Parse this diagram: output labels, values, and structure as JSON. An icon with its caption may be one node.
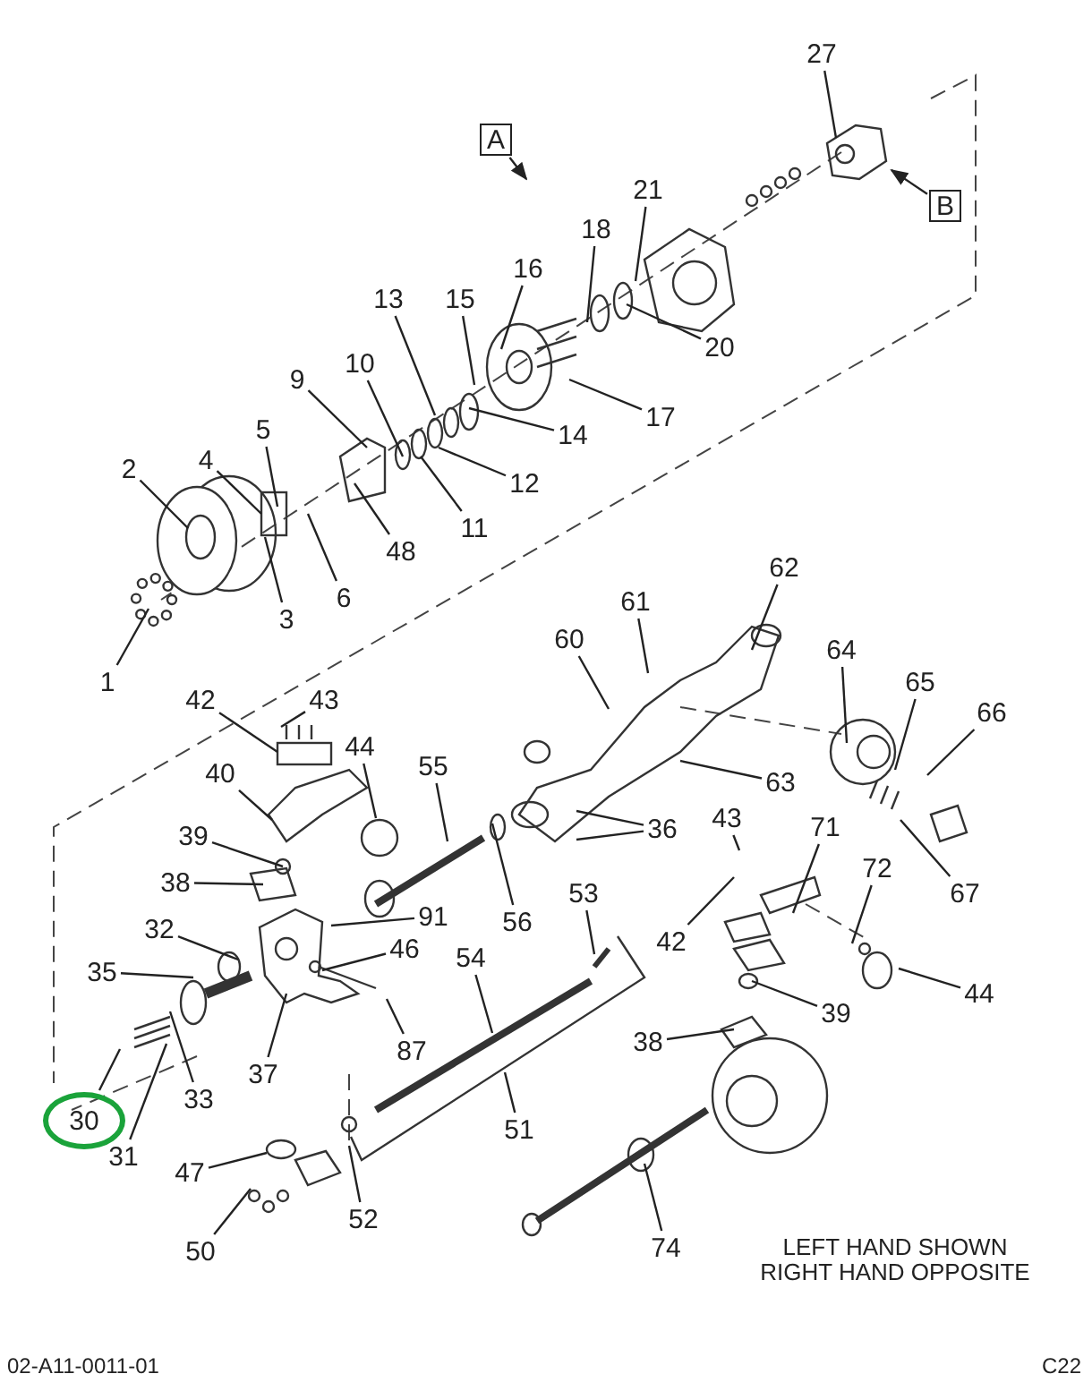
{
  "diagram": {
    "nodes": [
      {
        "text": [
          "27"
        ]
      },
      {
        "text": [
          "A"
        ]
      },
      {
        "text": [
          "B"
        ]
      },
      {
        "text": [
          "21"
        ]
      },
      {
        "text": [
          "18"
        ]
      },
      {
        "text": [
          "16"
        ]
      },
      {
        "text": [
          "20"
        ]
      },
      {
        "text": [
          "13"
        ]
      },
      {
        "text": [
          "15"
        ]
      },
      {
        "text": [
          "17"
        ]
      },
      {
        "text": [
          "14"
        ]
      },
      {
        "text": [
          "10"
        ]
      },
      {
        "text": [
          "9"
        ]
      },
      {
        "text": [
          "12"
        ]
      },
      {
        "text": [
          "11"
        ]
      },
      {
        "text": [
          "5"
        ]
      },
      {
        "text": [
          "4"
        ]
      },
      {
        "text": [
          "2"
        ]
      },
      {
        "text": [
          "48"
        ]
      },
      {
        "text": [
          "6"
        ]
      },
      {
        "text": [
          "3"
        ]
      },
      {
        "text": [
          "1"
        ]
      },
      {
        "text": [
          "62"
        ]
      },
      {
        "text": [
          "61"
        ]
      },
      {
        "text": [
          "60"
        ]
      },
      {
        "text": [
          "64"
        ]
      },
      {
        "text": [
          "65"
        ]
      },
      {
        "text": [
          "66"
        ]
      },
      {
        "text": [
          "42"
        ]
      },
      {
        "text": [
          "43"
        ]
      },
      {
        "text": [
          "44"
        ]
      },
      {
        "text": [
          "55"
        ]
      },
      {
        "text": [
          "63"
        ]
      },
      {
        "text": [
          "40"
        ]
      },
      {
        "text": [
          "36"
        ]
      },
      {
        "text": [
          "43"
        ]
      },
      {
        "text": [
          "71"
        ]
      },
      {
        "text": [
          "39"
        ]
      },
      {
        "text": [
          "72"
        ]
      },
      {
        "text": [
          "67"
        ]
      },
      {
        "text": [
          "38"
        ]
      },
      {
        "text": [
          "56"
        ]
      },
      {
        "text": [
          "91"
        ]
      },
      {
        "text": [
          "53"
        ]
      },
      {
        "text": [
          "42"
        ]
      },
      {
        "text": [
          "32"
        ]
      },
      {
        "text": [
          "46"
        ]
      },
      {
        "text": [
          "35"
        ]
      },
      {
        "text": [
          "54"
        ]
      },
      {
        "text": [
          "44"
        ]
      },
      {
        "text": [
          "39"
        ]
      },
      {
        "text": [
          "87"
        ]
      },
      {
        "text": [
          "33"
        ]
      },
      {
        "text": [
          "37"
        ]
      },
      {
        "text": [
          "38"
        ]
      },
      {
        "text": [
          "30"
        ]
      },
      {
        "text": [
          "51"
        ]
      },
      {
        "text": [
          "31"
        ]
      },
      {
        "text": [
          "47"
        ]
      },
      {
        "text": [
          "52"
        ]
      },
      {
        "text": [
          "74"
        ]
      },
      {
        "text": [
          "50"
        ]
      }
    ],
    "edges": [
      {
        "from": 0,
        "to": null,
        "arrow": "none"
      },
      {
        "from": 1,
        "to": null,
        "arrow": "to"
      },
      {
        "from": 2,
        "to": null,
        "arrow": "to"
      },
      {
        "from": 3,
        "to": null,
        "arrow": "none"
      },
      {
        "from": 4,
        "to": null,
        "arrow": "none"
      },
      {
        "from": 5,
        "to": null,
        "arrow": "none"
      },
      {
        "from": 6,
        "to": null,
        "arrow": "none"
      },
      {
        "from": 7,
        "to": null,
        "arrow": "none"
      },
      {
        "from": 8,
        "to": null,
        "arrow": "none"
      },
      {
        "from": 9,
        "to": null,
        "arrow": "none"
      },
      {
        "from": 10,
        "to": null,
        "arrow": "none"
      },
      {
        "from": 11,
        "to": null,
        "arrow": "none"
      },
      {
        "from": 12,
        "to": null,
        "arrow": "none"
      },
      {
        "from": 13,
        "to": null,
        "arrow": "none"
      },
      {
        "from": 14,
        "to": null,
        "arrow": "none"
      },
      {
        "from": 15,
        "to": null,
        "arrow": "none"
      },
      {
        "from": 16,
        "to": null,
        "arrow": "none"
      },
      {
        "from": 17,
        "to": null,
        "arrow": "none"
      },
      {
        "from": 18,
        "to": null,
        "arrow": "none"
      },
      {
        "from": 19,
        "to": null,
        "arrow": "none"
      },
      {
        "from": 20,
        "to": null,
        "arrow": "none"
      },
      {
        "from": 21,
        "to": null,
        "arrow": "none"
      },
      {
        "from": 22,
        "to": null,
        "arrow": "none"
      },
      {
        "from": 23,
        "to": null,
        "arrow": "none"
      },
      {
        "from": 24,
        "to": null,
        "arrow": "none"
      },
      {
        "from": 25,
        "to": null,
        "arrow": "none"
      },
      {
        "from": 26,
        "to": null,
        "arrow": "none"
      },
      {
        "from": 27,
        "to": null,
        "arrow": "none"
      },
      {
        "from": 28,
        "to": null,
        "arrow": "none"
      },
      {
        "from": 29,
        "to": null,
        "arrow": "none"
      },
      {
        "from": 30,
        "to": null,
        "arrow": "none"
      },
      {
        "from": 31,
        "to": null,
        "arrow": "none"
      },
      {
        "from": 32,
        "to": null,
        "arrow": "none"
      },
      {
        "from": 33,
        "to": null,
        "arrow": "none"
      },
      {
        "from": 34,
        "to": null,
        "arrow": "none"
      },
      {
        "from": 34,
        "to": null,
        "arrow": "none"
      },
      {
        "from": 35,
        "to": null,
        "arrow": "none"
      },
      {
        "from": 36,
        "to": null,
        "arrow": "none"
      },
      {
        "from": 37,
        "to": null,
        "arrow": "none"
      },
      {
        "from": 38,
        "to": null,
        "arrow": "none"
      },
      {
        "from": 39,
        "to": null,
        "arrow": "none"
      },
      {
        "from": 40,
        "to": null,
        "arrow": "none"
      },
      {
        "from": 41,
        "to": null,
        "arrow": "none"
      },
      {
        "from": 42,
        "to": null,
        "arrow": "none"
      },
      {
        "from": 43,
        "to": null,
        "arrow": "none"
      },
      {
        "from": 44,
        "to": null,
        "arrow": "none"
      },
      {
        "from": 45,
        "to": null,
        "arrow": "none"
      },
      {
        "from": 46,
        "to": null,
        "arrow": "none"
      },
      {
        "from": 47,
        "to": null,
        "arrow": "none"
      },
      {
        "from": 48,
        "to": null,
        "arrow": "none"
      },
      {
        "from": 49,
        "to": null,
        "arrow": "none"
      },
      {
        "from": 50,
        "to": null,
        "arrow": "none"
      },
      {
        "from": 51,
        "to": null,
        "arrow": "none"
      },
      {
        "from": 52,
        "to": null,
        "arrow": "none"
      },
      {
        "from": 53,
        "to": null,
        "arrow": "none"
      },
      {
        "from": 54,
        "to": null,
        "arrow": "none"
      },
      {
        "from": 55,
        "to": null,
        "arrow": "none"
      },
      {
        "from": 56,
        "to": null,
        "arrow": "none"
      },
      {
        "from": 57,
        "to": null,
        "arrow": "none"
      },
      {
        "from": 58,
        "to": null,
        "arrow": "none"
      },
      {
        "from": 59,
        "to": null,
        "arrow": "none"
      },
      {
        "from": 60,
        "to": null,
        "arrow": "none"
      },
      {
        "from": 61,
        "to": null,
        "arrow": "none"
      }
    ],
    "labels": [
      "LEFT HAND SHOWN RIGHT HAND OPPOSITE",
      "02-A11-0011-01",
      "C22"
    ]
  }
}
